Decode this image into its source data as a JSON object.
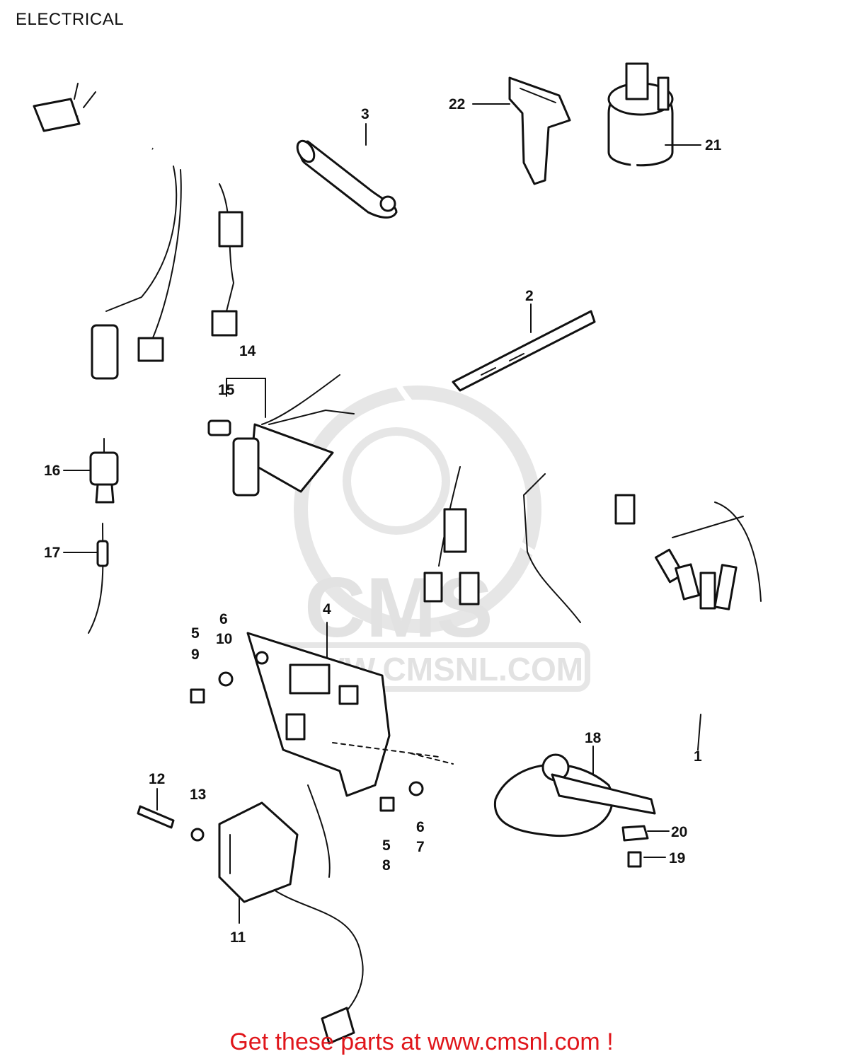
{
  "title": "ELECTRICAL",
  "watermark": {
    "brand": "CMS",
    "url": "WWW.CMSNL.COM"
  },
  "callouts": {
    "c1": "1",
    "c2": "2",
    "c3": "3",
    "c4": "4",
    "c5a": "5",
    "c9": "9",
    "c6a": "6",
    "c10": "10",
    "c11": "11",
    "c12": "12",
    "c13": "13",
    "c14": "14",
    "c15": "15",
    "c16": "16",
    "c17": "17",
    "c18": "18",
    "c19": "19",
    "c20": "20",
    "c21": "21",
    "c22": "22",
    "c6b": "6",
    "c7": "7",
    "c5b": "5",
    "c8": "8"
  },
  "footer": {
    "promo": "Get these parts at www.cmsnl.com !"
  },
  "colors": {
    "line": "#111111",
    "promo": "#e0161b",
    "watermark": "#e2e2e2"
  }
}
